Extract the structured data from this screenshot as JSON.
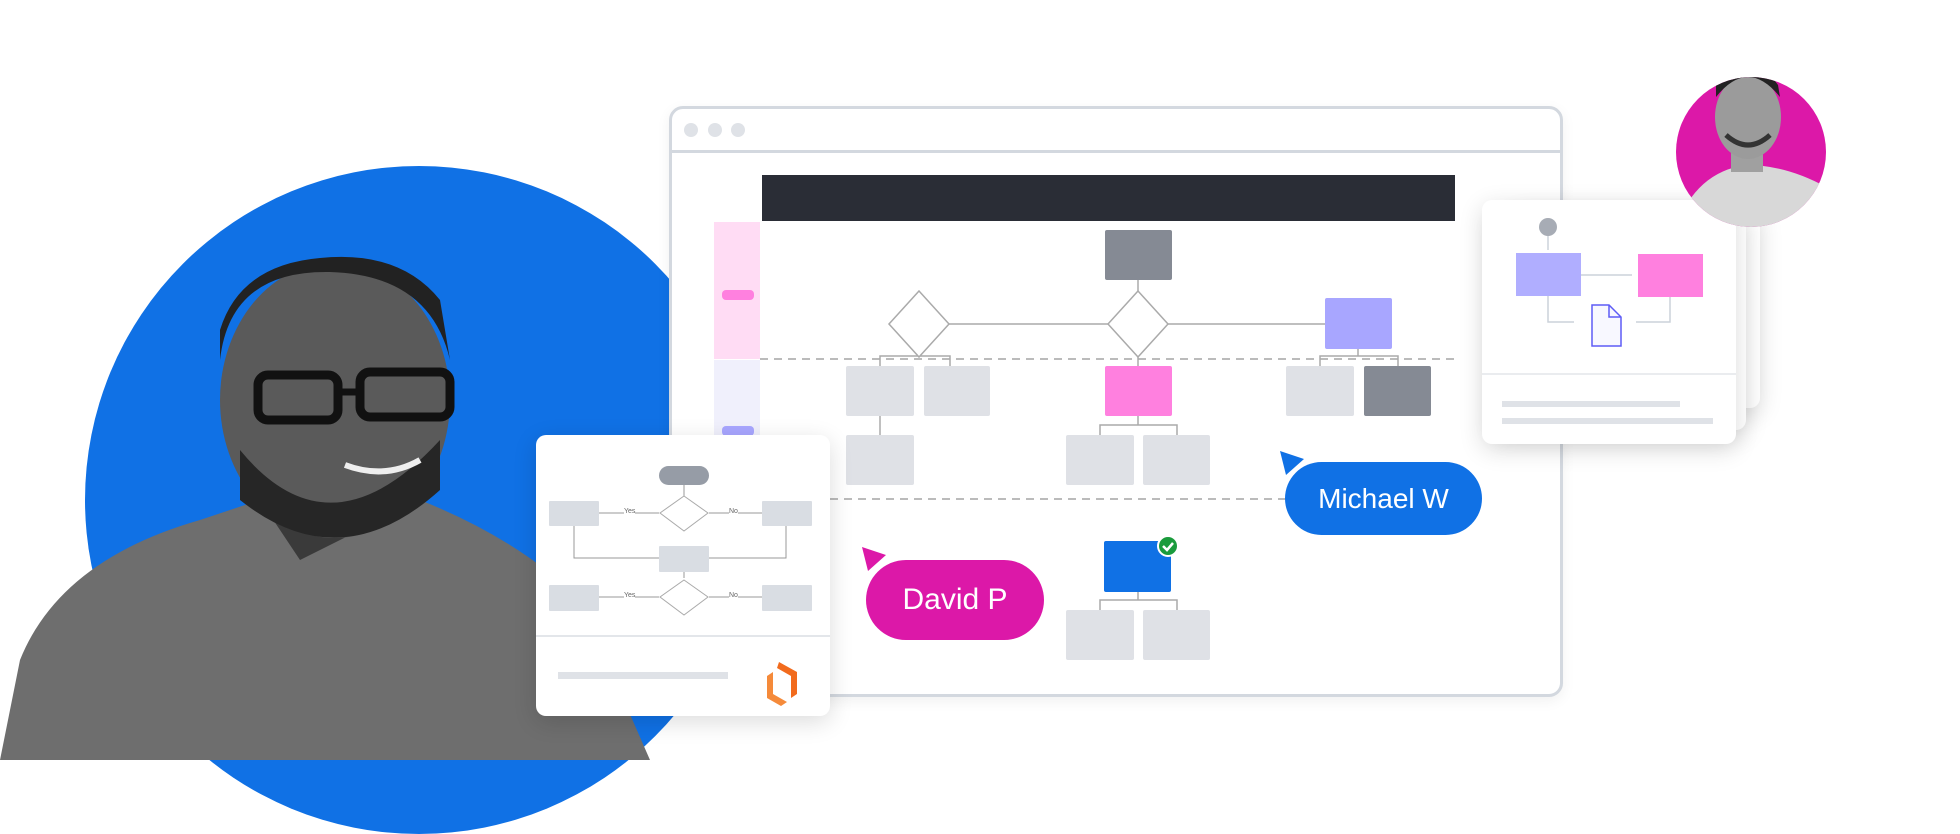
{
  "collaborators": [
    {
      "name": "David P",
      "color": "#DC18A8"
    },
    {
      "name": "Michael W",
      "color": "#1071E5"
    }
  ],
  "flowchart_card": {
    "labels": {
      "yes_1": "Yes",
      "no_1": "No",
      "yes_2": "Yes",
      "no_2": "No"
    }
  },
  "colors": {
    "blue_circle": "#1071E5",
    "magenta": "#DC18A8",
    "pink_shape": "#FF80DF",
    "purple_shape": "#A8A6FF",
    "dark_bar": "#2A2D36",
    "logo_orange": "#F26B1D"
  },
  "icons": [
    "check-circle-icon",
    "document-icon",
    "cursor-icon",
    "lucid-logo-icon"
  ]
}
